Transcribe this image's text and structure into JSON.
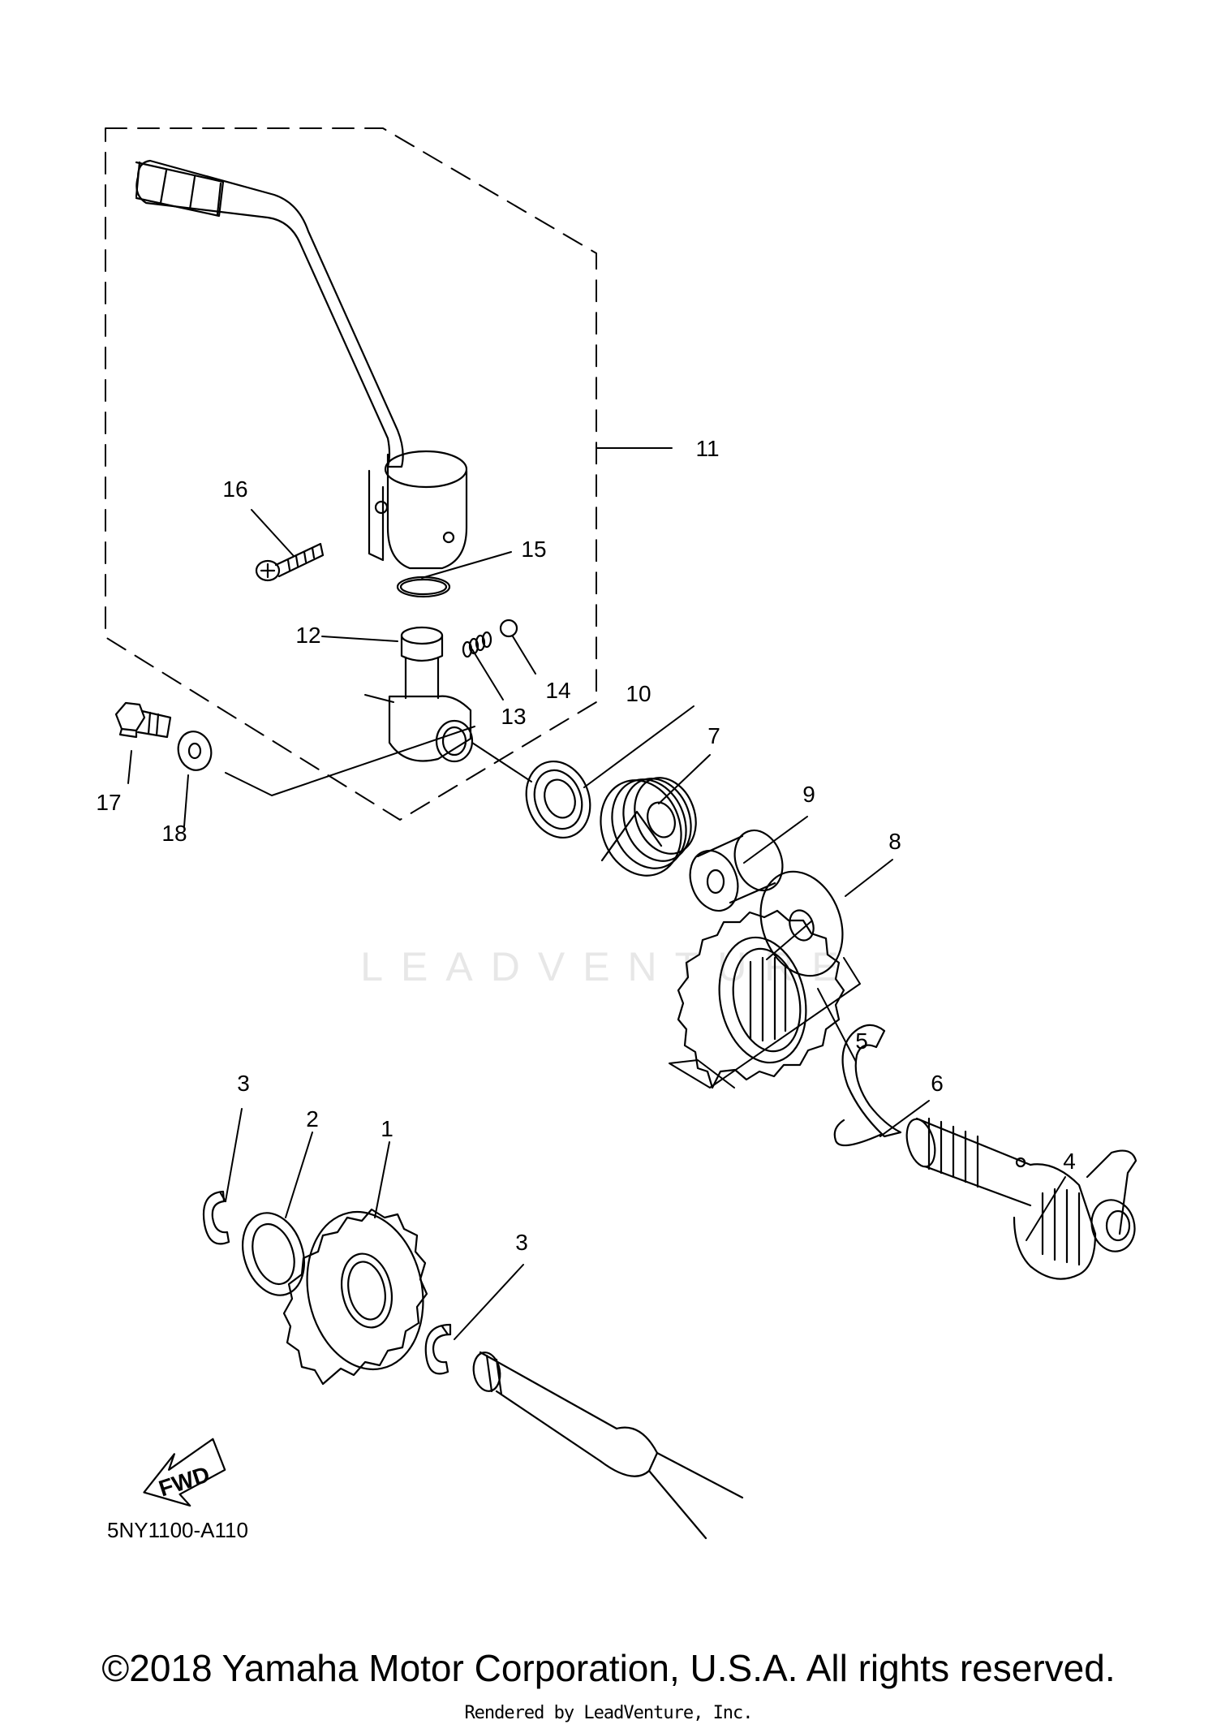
{
  "watermark": "LEADVENTURE",
  "fwd_label": "FWD",
  "diagram_code": "5NY1100-A110",
  "copyright": "©2018 Yamaha Motor Corporation, U.S.A. All rights reserved.",
  "rendered_by": "Rendered by LeadVenture, Inc.",
  "callouts": [
    "1",
    "2",
    "3",
    "3",
    "4",
    "5",
    "6",
    "7",
    "8",
    "9",
    "10",
    "11",
    "12",
    "13",
    "14",
    "15",
    "16",
    "17",
    "18"
  ]
}
